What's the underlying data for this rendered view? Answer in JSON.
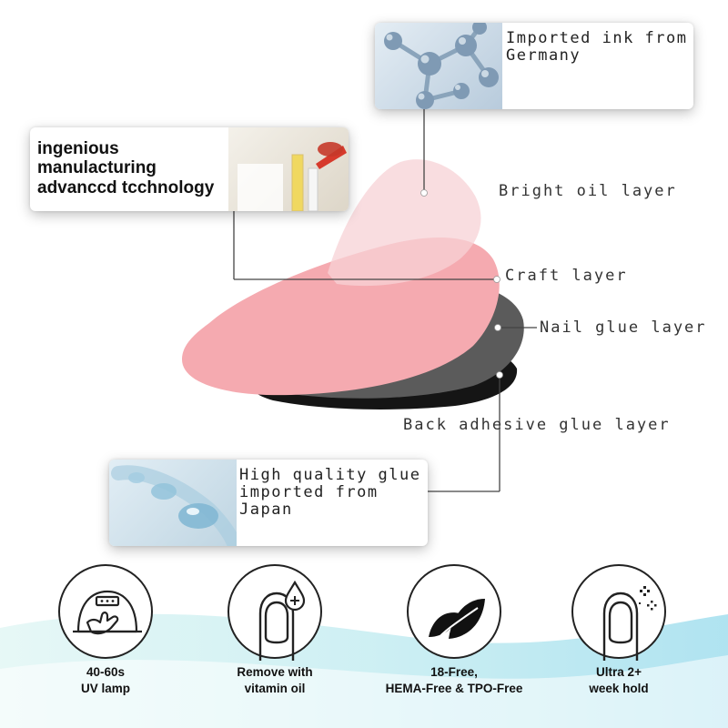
{
  "cards": {
    "ink": {
      "line1": "Imported ink from",
      "line2": "Germany",
      "image_icon": "molecule-image"
    },
    "tech": {
      "line1": "ingenious",
      "line2": "manulacturing",
      "line3": "advanccd tcchnology",
      "image_icon": "laboratory-image"
    },
    "glue": {
      "line1": "High quality glue",
      "line2": "imported from",
      "line3": "Japan",
      "image_icon": "glue-drop-image"
    }
  },
  "layers": {
    "bright": "Bright oil layer",
    "craft": "Craft layer",
    "nail_glue": "Nail glue layer",
    "back_adhesive": "Back adhesive glue layer"
  },
  "layer_colors": {
    "bright": "#f7d2d6",
    "craft": "#f5aab0",
    "nail_glue": "#5b5b5b",
    "back_adhesive": "#151515"
  },
  "features": [
    {
      "icon": "uv-lamp-icon",
      "line1": "40-60s",
      "line2": "UV lamp"
    },
    {
      "icon": "nail-oil-drop-icon",
      "line1": "Remove with",
      "line2": "vitamin oil"
    },
    {
      "icon": "leaf-icon",
      "line1": "18-Free,",
      "line2": "HEMA-Free & TPO-Free"
    },
    {
      "icon": "sparkle-nail-icon",
      "line1": "Ultra 2+",
      "line2": "week hold"
    }
  ],
  "colors": {
    "wave_light": "#d7f3f4",
    "wave_dark": "#a8e3ee",
    "line": "#444444"
  }
}
